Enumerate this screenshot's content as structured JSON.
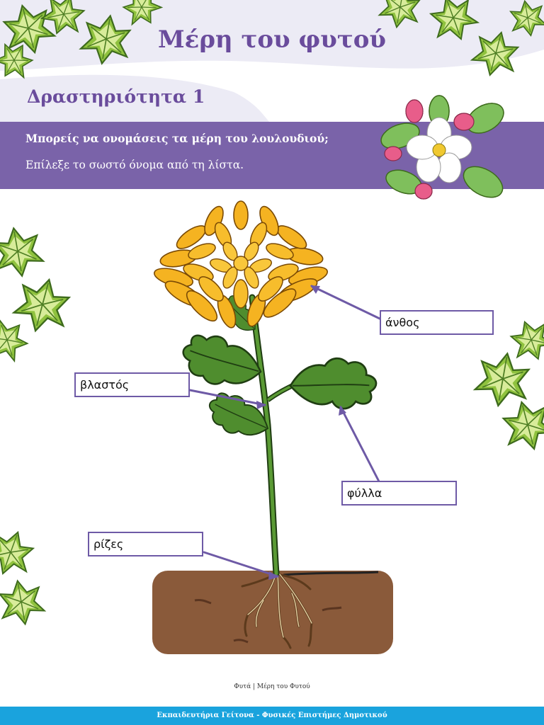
{
  "header": {
    "title": "Μέρη του φυτού",
    "activity": "Δραστηριότητα 1"
  },
  "instructions": {
    "question": "Μπορείς να ονομάσεις τα μέρη του λουλουδιού;",
    "instruction": "Επίλεξε το σωστό όνομα από τη λίστα."
  },
  "labels": {
    "flower": "άνθος",
    "stem": "βλαστός",
    "leaves": "φύλλα",
    "roots": "ρίζες"
  },
  "footer": {
    "note": "Φυτά |   Μέρη του Φυτού",
    "bar": "Εκπαιδευτήρια Γείτονα - Φυσικές Επιστήμες Δημοτικού"
  },
  "colors": {
    "accent": "#6a4c9c",
    "band": "#7a63a9",
    "footer": "#1aa3dd",
    "flower": "#f5b321",
    "soil": "#8a5a3a"
  }
}
